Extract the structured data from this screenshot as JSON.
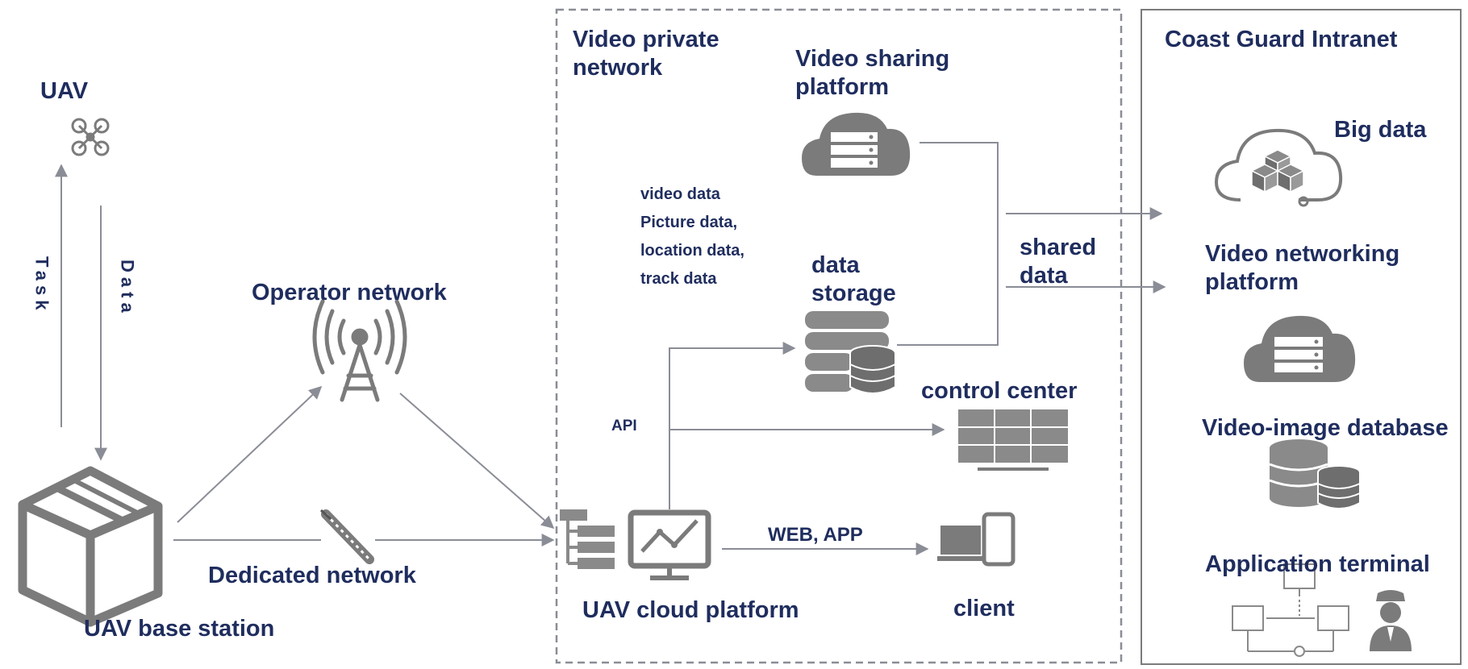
{
  "left": {
    "uav": "UAV",
    "task": "Task",
    "data": "Data",
    "operator_network": "Operator network",
    "dedicated_network": "Dedicated network",
    "uav_base_station": "UAV base station"
  },
  "private_network": {
    "title_line1": "Video private",
    "title_line2": "network",
    "video_sharing_line1": "Video sharing",
    "video_sharing_line2": "platform",
    "data_types": [
      "video data",
      "Picture data,",
      "location data,",
      "track data"
    ],
    "data_storage_line1": "data",
    "data_storage_line2": "storage",
    "api": "API",
    "control_center": "control center",
    "web_app": "WEB, APP",
    "uav_cloud_platform": "UAV cloud platform",
    "client": "client",
    "shared_data_line1": "shared",
    "shared_data_line2": "data"
  },
  "intranet": {
    "title": "Coast Guard Intranet",
    "big_data": "Big data",
    "video_networking_line1": "Video networking",
    "video_networking_line2": "platform",
    "video_image_db": "Video-image database",
    "application_terminal": "Application terminal"
  },
  "colors": {
    "text": "#1f2d5e",
    "icon": "#7b7b7b",
    "line": "#8a8d96"
  }
}
